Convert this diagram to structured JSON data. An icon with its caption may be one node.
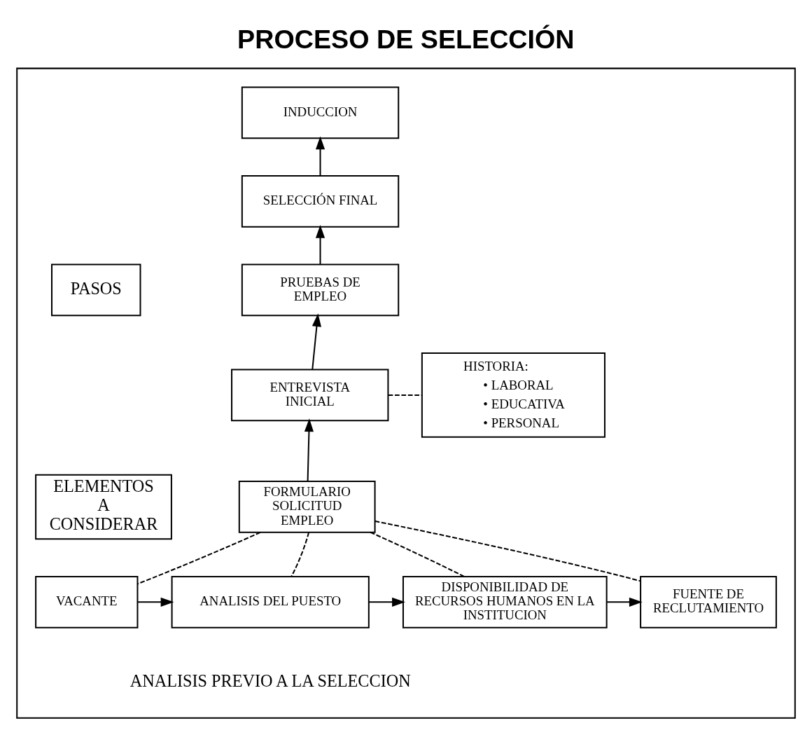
{
  "diagram": {
    "title": "PROCESO DE SELECCIÓN",
    "nodes": [
      {
        "text": [],
        "shape": "box"
      },
      {
        "text": [
          "INDUCCION"
        ],
        "in": 0
      },
      {
        "text": [
          "SELECCIÓN FINAL"
        ],
        "in": 0
      },
      {
        "text": [
          "PRUEBAS DE EMPLEO"
        ],
        "in": 0
      },
      {
        "text": [
          "PASOS"
        ],
        "in": 0
      },
      {
        "text": [
          "ENTREVISTA INICIAL"
        ],
        "in": 0
      },
      {
        "text": [
          "HISTORIA:",
          "• LABORAL",
          "• EDUCATIVA",
          "• PERSONAL"
        ],
        "in": 0
      },
      {
        "text": [
          "FORMULARIO SOLICITUD EMPLEO"
        ],
        "in": 0
      },
      {
        "text": [
          "ELEMENTOS A CONSIDERAR"
        ],
        "in": 0
      },
      {
        "text": [
          "VACANTE"
        ],
        "in": 0
      },
      {
        "text": [
          "ANALISIS DEL PUESTO"
        ],
        "in": 0
      },
      {
        "text": [
          "DISPONIBILIDAD DE RECURSOS HUMANOS EN LA INSTITUCION"
        ],
        "in": 0
      },
      {
        "text": [
          "FUENTE DE RECLUTAMIENTO"
        ],
        "in": 0
      }
    ],
    "edges": [
      {
        "from": 2,
        "to": 1,
        "arrow": "to"
      },
      {
        "from": 3,
        "to": 2,
        "arrow": "to"
      },
      {
        "from": 5,
        "to": 3,
        "arrow": "to"
      },
      {
        "from": 7,
        "to": 5,
        "arrow": "to"
      },
      {
        "from": 5,
        "to": 6,
        "arrow": "none",
        "style": "dashed"
      },
      {
        "from": 7,
        "to": 9,
        "arrow": "none",
        "style": "dashed"
      },
      {
        "from": 7,
        "to": 10,
        "arrow": "none",
        "style": "dashed"
      },
      {
        "from": 7,
        "to": 11,
        "arrow": "none",
        "style": "dashed"
      },
      {
        "from": 7,
        "to": 12,
        "arrow": "none",
        "style": "dashed"
      },
      {
        "from": 9,
        "to": 10,
        "arrow": "to"
      },
      {
        "from": 10,
        "to": 11,
        "arrow": "to"
      },
      {
        "from": 11,
        "to": 12,
        "arrow": "to"
      }
    ],
    "labels": [
      "ANALISIS PREVIO A LA SELECCION"
    ]
  }
}
